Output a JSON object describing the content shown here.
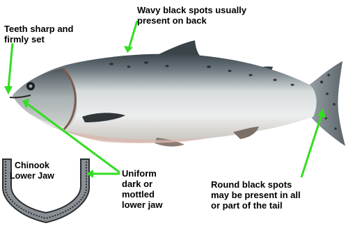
{
  "annotations": {
    "teeth": "Teeth sharp and\nfirmly set",
    "wavy_spots": "Wavy black spots usually\npresent on back",
    "jaw_title": "Chinook\nLower Jaw",
    "uniform_jaw": "Uniform\ndark or\nmottled\nlower jaw",
    "round_spots": "Round black spots\nmay be present in all\nor part of the tail"
  },
  "colors": {
    "arrow": "#33dd22",
    "fish_back": "#3f4a50",
    "fish_belly": "#e2e5e3",
    "jaw_outer": "#8a8f94",
    "jaw_inner": "#2b2f33"
  }
}
